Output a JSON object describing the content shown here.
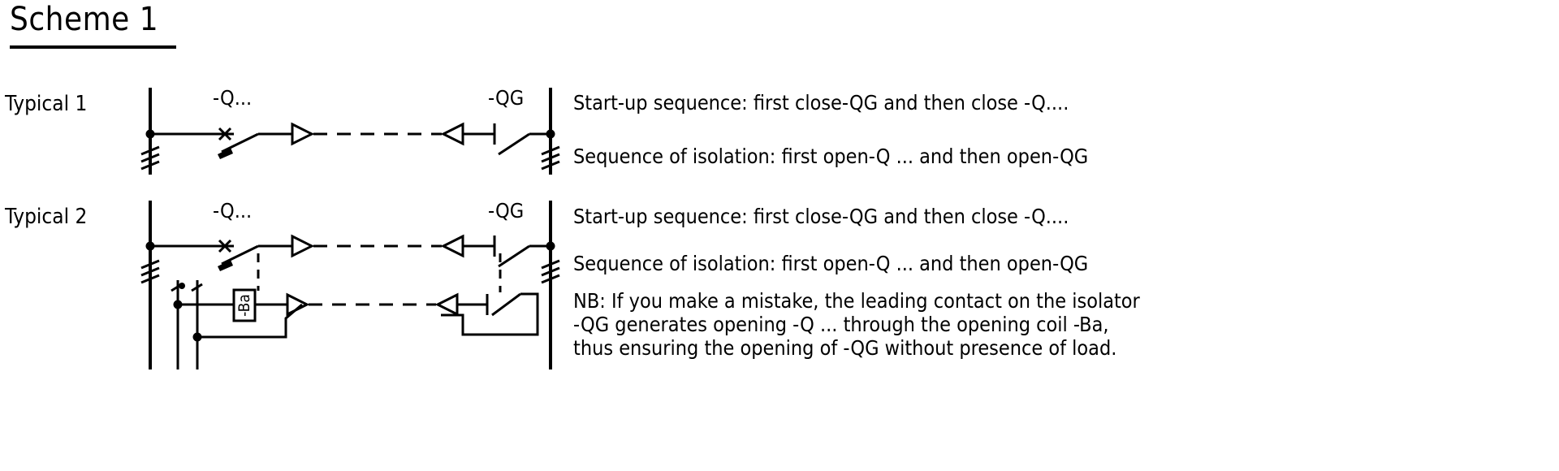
{
  "document": {
    "title": "Scheme 1"
  },
  "rows": [
    {
      "label": "Typical 1",
      "devices": {
        "breaker": "-Q...",
        "isolator": "-QG"
      },
      "notes": [
        "Start-up sequence: first close-QG and then close -Q....",
        "Sequence of isolation: first open-Q ... and then open-QG"
      ]
    },
    {
      "label": "Typical 2",
      "devices": {
        "breaker": "-Q...",
        "isolator": "-QG",
        "coil": "-Ba"
      },
      "notes": [
        "Start-up sequence: first close-QG and then close -Q....",
        "Sequence of isolation: first open-Q ... and then open-QG"
      ],
      "nb": [
        "NB: If you make a mistake, the leading contact on the isolator",
        "-QG generates opening -Q ... through the opening coil -Ba,",
        "thus ensuring the opening of -QG without presence of load."
      ]
    }
  ],
  "style": {
    "ink": "#000000",
    "paper": "#ffffff"
  }
}
